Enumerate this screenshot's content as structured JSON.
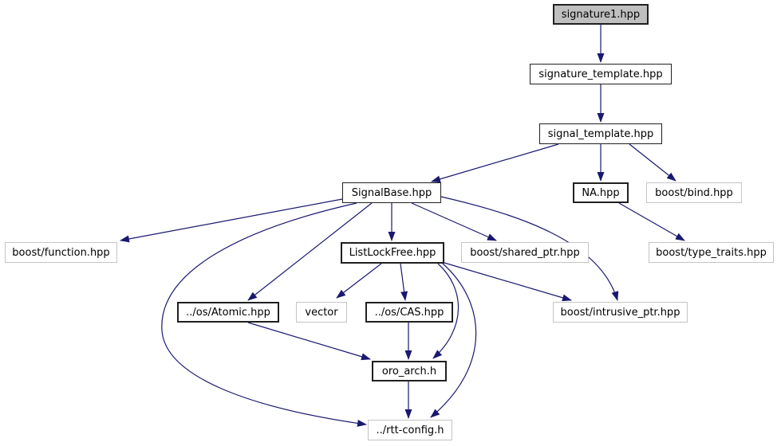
{
  "diagram": {
    "kind": "doxygen-include-dependency-graph",
    "nodes": [
      {
        "id": "signature1",
        "label": "signature1.hpp",
        "style": "current"
      },
      {
        "id": "signature-template",
        "label": "signature_template.hpp",
        "style": "internal"
      },
      {
        "id": "signal-template",
        "label": "signal_template.hpp",
        "style": "internal"
      },
      {
        "id": "signalbase",
        "label": "SignalBase.hpp",
        "style": "internal"
      },
      {
        "id": "na",
        "label": "NA.hpp",
        "style": "internal-bold"
      },
      {
        "id": "boost-bind",
        "label": "boost/bind.hpp",
        "style": "external"
      },
      {
        "id": "boost-function",
        "label": "boost/function.hpp",
        "style": "external"
      },
      {
        "id": "listlockfree",
        "label": "ListLockFree.hpp",
        "style": "internal-bold"
      },
      {
        "id": "boost-shared-ptr",
        "label": "boost/shared_ptr.hpp",
        "style": "external"
      },
      {
        "id": "boost-type-traits",
        "label": "boost/type_traits.hpp",
        "style": "external"
      },
      {
        "id": "os-atomic",
        "label": "../os/Atomic.hpp",
        "style": "internal-bold"
      },
      {
        "id": "vector",
        "label": "vector",
        "style": "external"
      },
      {
        "id": "os-cas",
        "label": "../os/CAS.hpp",
        "style": "internal-bold"
      },
      {
        "id": "boost-intrusive-ptr",
        "label": "boost/intrusive_ptr.hpp",
        "style": "external"
      },
      {
        "id": "oro-arch",
        "label": "oro_arch.h",
        "style": "internal-bold"
      },
      {
        "id": "rtt-config",
        "label": "../rtt-config.h",
        "style": "external"
      }
    ],
    "edges": [
      {
        "from": "signature1.hpp",
        "to": "signature_template.hpp"
      },
      {
        "from": "signature_template.hpp",
        "to": "signal_template.hpp"
      },
      {
        "from": "signal_template.hpp",
        "to": "SignalBase.hpp"
      },
      {
        "from": "signal_template.hpp",
        "to": "NA.hpp"
      },
      {
        "from": "signal_template.hpp",
        "to": "boost/bind.hpp"
      },
      {
        "from": "NA.hpp",
        "to": "boost/type_traits.hpp"
      },
      {
        "from": "SignalBase.hpp",
        "to": "boost/function.hpp"
      },
      {
        "from": "SignalBase.hpp",
        "to": "../os/Atomic.hpp"
      },
      {
        "from": "SignalBase.hpp",
        "to": "ListLockFree.hpp"
      },
      {
        "from": "SignalBase.hpp",
        "to": "boost/shared_ptr.hpp"
      },
      {
        "from": "SignalBase.hpp",
        "to": "boost/intrusive_ptr.hpp"
      },
      {
        "from": "SignalBase.hpp",
        "to": "../rtt-config.h"
      },
      {
        "from": "ListLockFree.hpp",
        "to": "vector"
      },
      {
        "from": "ListLockFree.hpp",
        "to": "../os/CAS.hpp"
      },
      {
        "from": "ListLockFree.hpp",
        "to": "boost/intrusive_ptr.hpp"
      },
      {
        "from": "ListLockFree.hpp",
        "to": "oro_arch.h"
      },
      {
        "from": "ListLockFree.hpp",
        "to": "../rtt-config.h"
      },
      {
        "from": "../os/Atomic.hpp",
        "to": "oro_arch.h"
      },
      {
        "from": "../os/CAS.hpp",
        "to": "oro_arch.h"
      },
      {
        "from": "oro_arch.h",
        "to": "../rtt-config.h"
      }
    ],
    "colors": {
      "edge": "#191970",
      "internal_border": "#202020",
      "external_border": "#c4c4c4",
      "current_fill": "#bfbfbf",
      "background": "#ffffff",
      "text": "#000000"
    }
  }
}
